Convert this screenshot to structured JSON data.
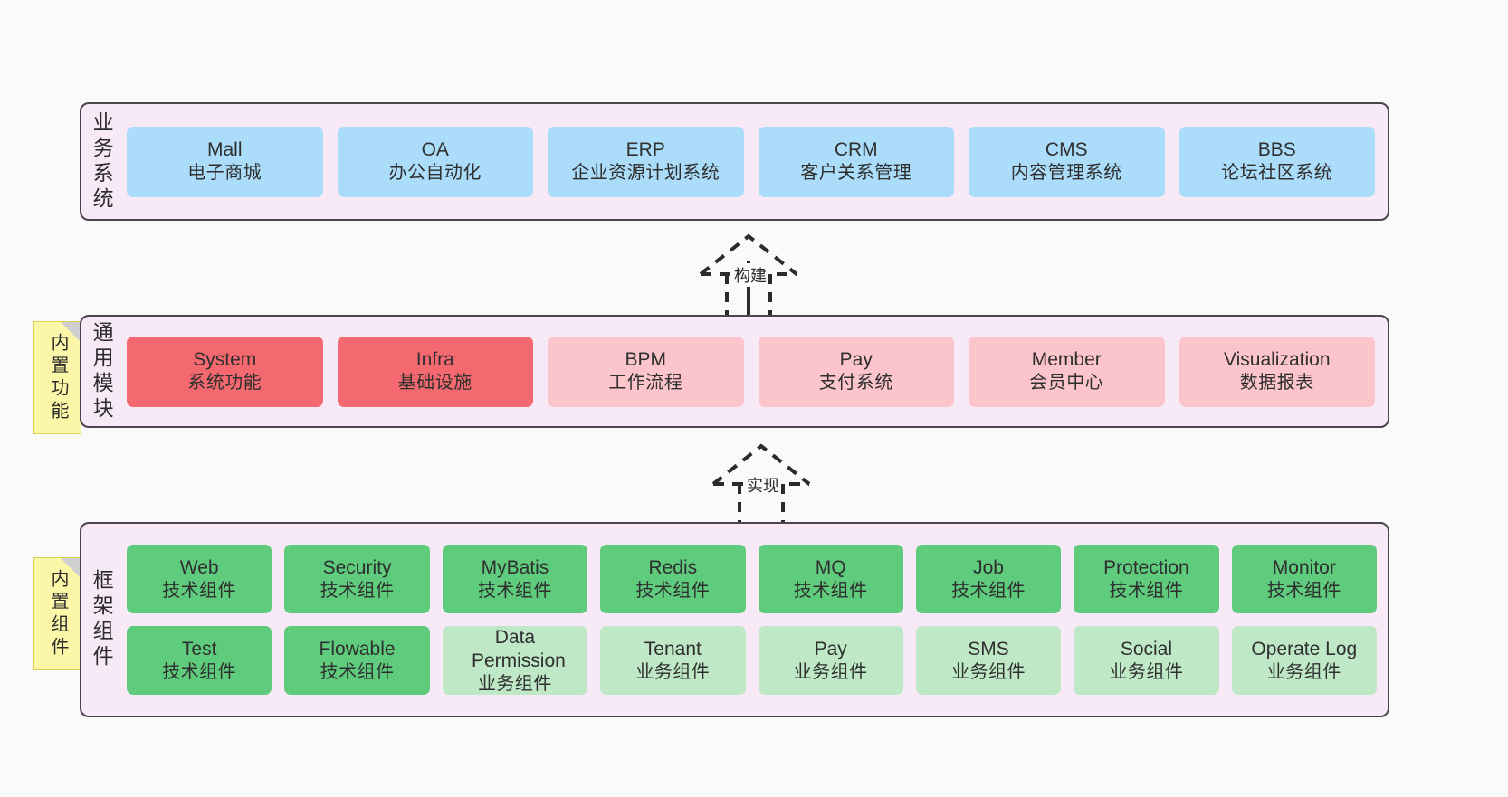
{
  "theme": {
    "page_bg": "#fafafa",
    "panel_bg": "#f8e9f6",
    "panel_border": "#4d4450",
    "note_bg": "#fcf7a8",
    "note_fold": "#cfcfcf",
    "color_blue": "#abddfa",
    "color_red": "#f4696f",
    "color_pink": "#fcc5cc",
    "color_green": "#5ecb7d",
    "color_green_light": "#bfe8c7",
    "text": "#2f2f2f"
  },
  "layers": {
    "business": {
      "title": "业务系统",
      "nodes": [
        {
          "en": "Mall",
          "cn": "电子商城"
        },
        {
          "en": "OA",
          "cn": "办公自动化"
        },
        {
          "en": "ERP",
          "cn": "企业资源计划系统"
        },
        {
          "en": "CRM",
          "cn": "客户关系管理"
        },
        {
          "en": "CMS",
          "cn": "内容管理系统"
        },
        {
          "en": "BBS",
          "cn": "论坛社区系统"
        }
      ]
    },
    "common": {
      "title": "通用模块",
      "note": "内置功能",
      "nodes": [
        {
          "en": "System",
          "cn": "系统功能"
        },
        {
          "en": "Infra",
          "cn": "基础设施"
        },
        {
          "en": "BPM",
          "cn": "工作流程"
        },
        {
          "en": "Pay",
          "cn": "支付系统"
        },
        {
          "en": "Member",
          "cn": "会员中心"
        },
        {
          "en": "Visualization",
          "cn": "数据报表"
        }
      ]
    },
    "framework": {
      "title": "框架组件",
      "note": "内置组件",
      "row1": [
        {
          "en": "Web",
          "cn": "技术组件"
        },
        {
          "en": "Security",
          "cn": "技术组件"
        },
        {
          "en": "MyBatis",
          "cn": "技术组件"
        },
        {
          "en": "Redis",
          "cn": "技术组件"
        },
        {
          "en": "MQ",
          "cn": "技术组件"
        },
        {
          "en": "Job",
          "cn": "技术组件"
        },
        {
          "en": "Protection",
          "cn": "技术组件"
        },
        {
          "en": "Monitor",
          "cn": "技术组件"
        }
      ],
      "row2": [
        {
          "en": "Test",
          "cn": "技术组件"
        },
        {
          "en": "Flowable",
          "cn": "技术组件"
        },
        {
          "en": "Data Permission",
          "cn": "业务组件"
        },
        {
          "en": "Tenant",
          "cn": "业务组件"
        },
        {
          "en": "Pay",
          "cn": "业务组件"
        },
        {
          "en": "SMS",
          "cn": "业务组件"
        },
        {
          "en": "Social",
          "cn": "业务组件"
        },
        {
          "en": "Operate Log",
          "cn": "业务组件"
        }
      ]
    }
  },
  "arrows": [
    {
      "label": "构建"
    },
    {
      "label": "实现"
    }
  ]
}
